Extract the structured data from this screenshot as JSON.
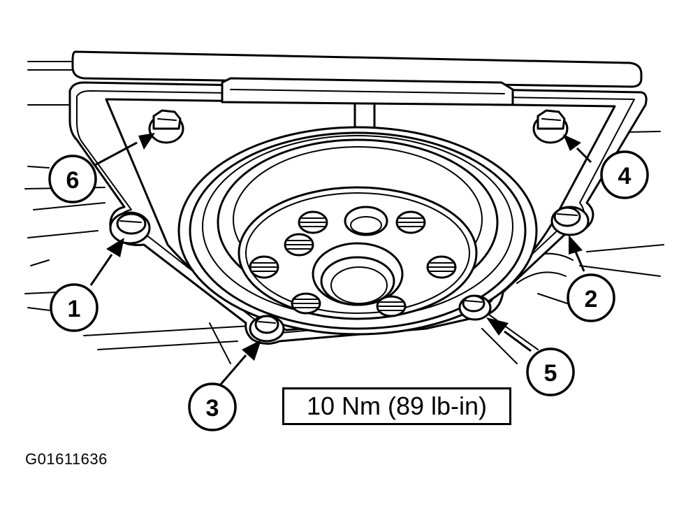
{
  "callouts": [
    {
      "id": "1",
      "label": "1"
    },
    {
      "id": "2",
      "label": "2"
    },
    {
      "id": "3",
      "label": "3"
    },
    {
      "id": "4",
      "label": "4"
    },
    {
      "id": "5",
      "label": "5"
    },
    {
      "id": "6",
      "label": "6"
    }
  ],
  "torque_spec": "10 Nm (89 lb-in)",
  "figure_id": "G01611636"
}
